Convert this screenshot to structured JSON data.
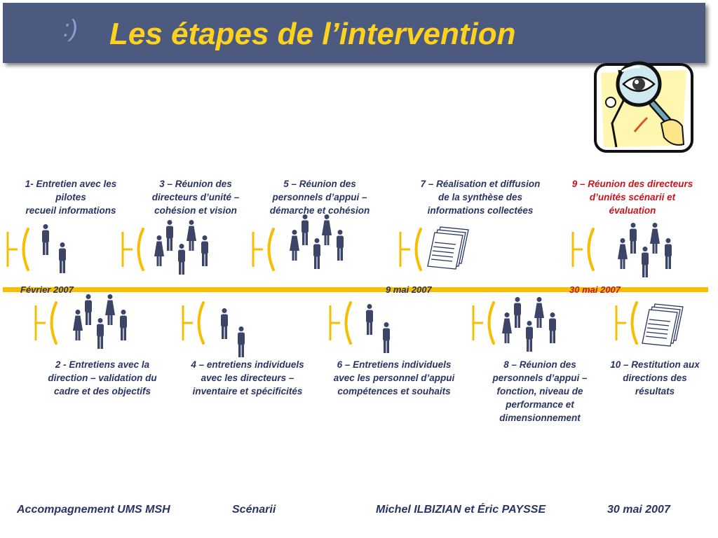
{
  "header": {
    "smiley": ":)",
    "title": "Les étapes de l’intervention"
  },
  "timeline": {
    "dates": [
      "Février 2007",
      "9 mai 2007",
      "30 mai 2007"
    ]
  },
  "steps_top": [
    {
      "line1": "1- Entretien avec les",
      "line2": "pilotes",
      "line3": "recueil informations"
    },
    {
      "line1": "3 – Réunion des",
      "line2": "directeurs d’unité –",
      "line3": "cohésion et vision"
    },
    {
      "line1": "5 – Réunion des",
      "line2": "personnels d’appui –",
      "line3": "démarche et cohésion"
    },
    {
      "line1": "7 – Réalisation et diffusion",
      "line2": "de la synthèse des",
      "line3": "informations collectées"
    },
    {
      "line1": "9 – Réunion des directeurs",
      "line2": "d’unités scénarii et",
      "line3": "évaluation"
    }
  ],
  "steps_bottom": [
    {
      "line1": "2 - Entretiens avec la",
      "line2": "direction – validation du",
      "line3": "cadre et des objectifs"
    },
    {
      "line1": "4 – entretiens individuels",
      "line2": "avec les directeurs –",
      "line3": "inventaire et spécificités"
    },
    {
      "line1": "6 – Entretiens individuels",
      "line2": "avec les personnel d’appui",
      "line3": "compétences et souhaits"
    },
    {
      "line1": "8 – Réunion des",
      "line2": "personnels d’appui –",
      "line3": "fonction, niveau de",
      "line4": "performance et",
      "line5": "dimensionnement"
    },
    {
      "line1": "10 – Restitution aux",
      "line2": "directions des",
      "line3": "résultats"
    }
  ],
  "footer": {
    "left": "Accompagnement UMS MSH",
    "middle": "Scénarii",
    "authors": "Michel ILBIZIAN et Éric PAYSSE",
    "date": "30 mai 2007"
  },
  "colors": {
    "banner": "#4d5a80",
    "title": "#ffd21e",
    "timeline": "#f5be00",
    "text": "#2a3464",
    "highlight": "#c8141c"
  },
  "icons": [
    "people-pair-icon",
    "people-group-icon",
    "documents-icon",
    "magnifier-eye-icon"
  ]
}
